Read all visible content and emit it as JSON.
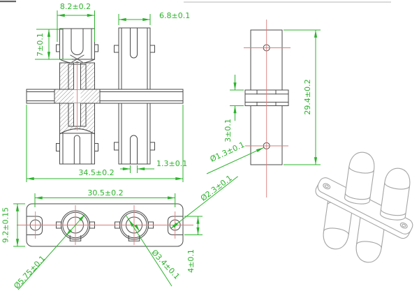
{
  "drawing": {
    "type": "engineering-drawing",
    "subject": "Duplex ST fiber optic adapter - dimensioned multi-view drawing",
    "colors": {
      "outline": "#4a4a4a",
      "dimension": "#2bb32b",
      "centerline": "#d97b7b",
      "iso_outline": "#a5a5a5",
      "background": "#ffffff"
    },
    "views": {
      "front": {
        "name": "front-section-view",
        "dim_left_width": "8.2±0.2",
        "dim_right_width": "6.8±0.1",
        "dim_shell_height": "7±0.1",
        "dim_overall_width": "34.5±0.2",
        "dim_slot_width": "1.3±0.1"
      },
      "side": {
        "name": "side-view",
        "dim_overall_height": "29.4±0.2",
        "dim_flange_thickness": "3±0.1",
        "dim_hole_dia": "Ø1.3±0.1"
      },
      "plan": {
        "name": "plan-view",
        "dim_hole_spacing": "30.5±0.2",
        "dim_plate_width": "9.2±0.15",
        "dim_port_dia": "Ø5.75±0.1",
        "dim_bore_dia": "Ø3.4±0.1",
        "dim_mount_hole_dia": "Ø2.3±0.1",
        "dim_tab_width": "4±0.1"
      },
      "iso": {
        "name": "isometric-view"
      }
    }
  }
}
